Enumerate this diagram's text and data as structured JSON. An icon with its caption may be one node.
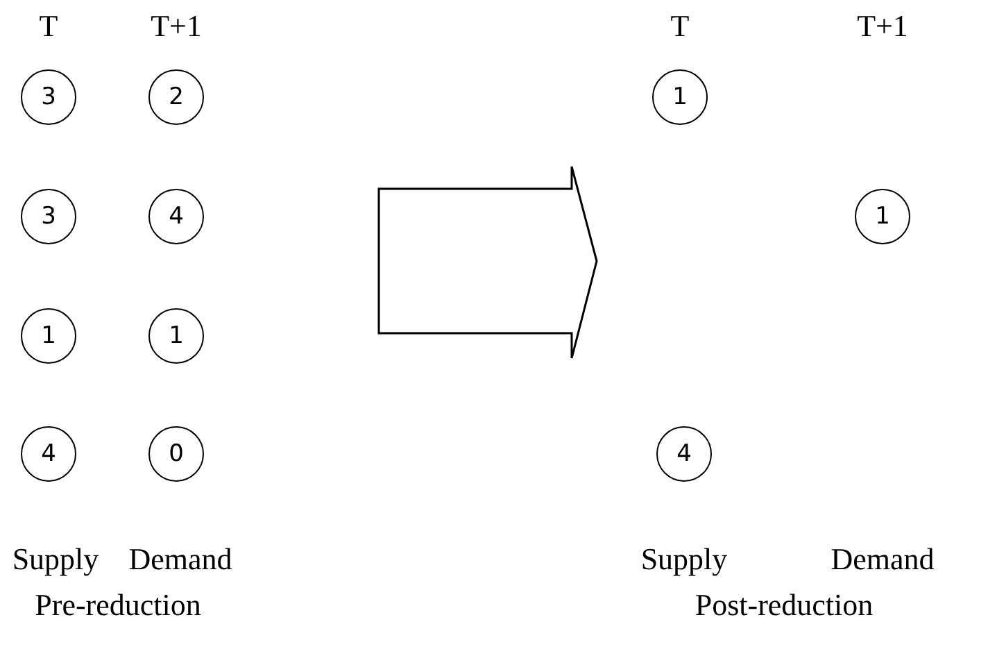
{
  "diagram": {
    "nodes": [
      {
        "text": [
          "3"
        ]
      },
      {
        "text": [
          "3"
        ]
      },
      {
        "text": [
          "1"
        ]
      },
      {
        "text": [
          "4"
        ]
      },
      {
        "text": [
          "2"
        ]
      },
      {
        "text": [
          "4"
        ]
      },
      {
        "text": [
          "1"
        ]
      },
      {
        "text": [
          "0"
        ]
      },
      {
        "text": [
          "1"
        ]
      },
      {
        "text": [
          "4"
        ]
      },
      {
        "text": [
          "1"
        ]
      }
    ],
    "edges": [],
    "labels": [
      "T",
      "T+1",
      "T",
      "T+1",
      "Supply",
      "Demand",
      "Supply",
      "Demand",
      "Pre-reduction",
      "Post-reduction"
    ]
  }
}
